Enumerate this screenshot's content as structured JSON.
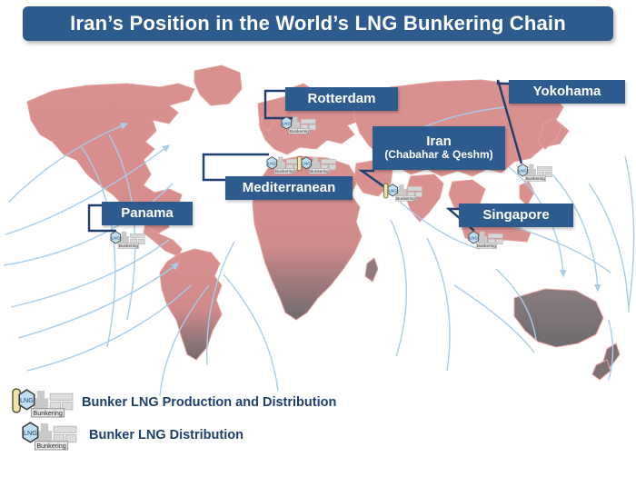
{
  "title": {
    "text": "Iran’s Position in the World’s LNG Bunkering Chain",
    "bg_color": "#2d5b8e",
    "text_color": "#ffffff"
  },
  "map": {
    "land_color": "#d9918f",
    "land_color_south": "#6e6a6e",
    "ocean_color": "#ffffff",
    "route_color": "#a8cdea",
    "description": "World map with light blue curved shipping route arrows"
  },
  "callouts": [
    {
      "id": "rotterdam",
      "line1": "Rotterdam",
      "line2": "",
      "icon_type": "distribution"
    },
    {
      "id": "yokohama",
      "line1": "Yokohama",
      "line2": "",
      "icon_type": "distribution"
    },
    {
      "id": "iran",
      "line1": "Iran",
      "line2": "(Chabahar & Qeshm)",
      "icon_type": "production"
    },
    {
      "id": "mediterranean",
      "line1": "Mediterranean",
      "line2": "",
      "icon_type": "both"
    },
    {
      "id": "panama",
      "line1": "Panama",
      "line2": "",
      "icon_type": "distribution"
    },
    {
      "id": "singapore",
      "line1": "Singapore",
      "line2": "",
      "icon_type": "distribution"
    }
  ],
  "icon_label": "Bunkering",
  "icon_badge": "LNG",
  "legend": {
    "items": [
      {
        "label": "Bunker LNG Production  and Distribution",
        "icon_type": "production"
      },
      {
        "label": "Bunker LNG Distribution",
        "icon_type": "distribution"
      }
    ],
    "text_color": "#1f3f70"
  }
}
